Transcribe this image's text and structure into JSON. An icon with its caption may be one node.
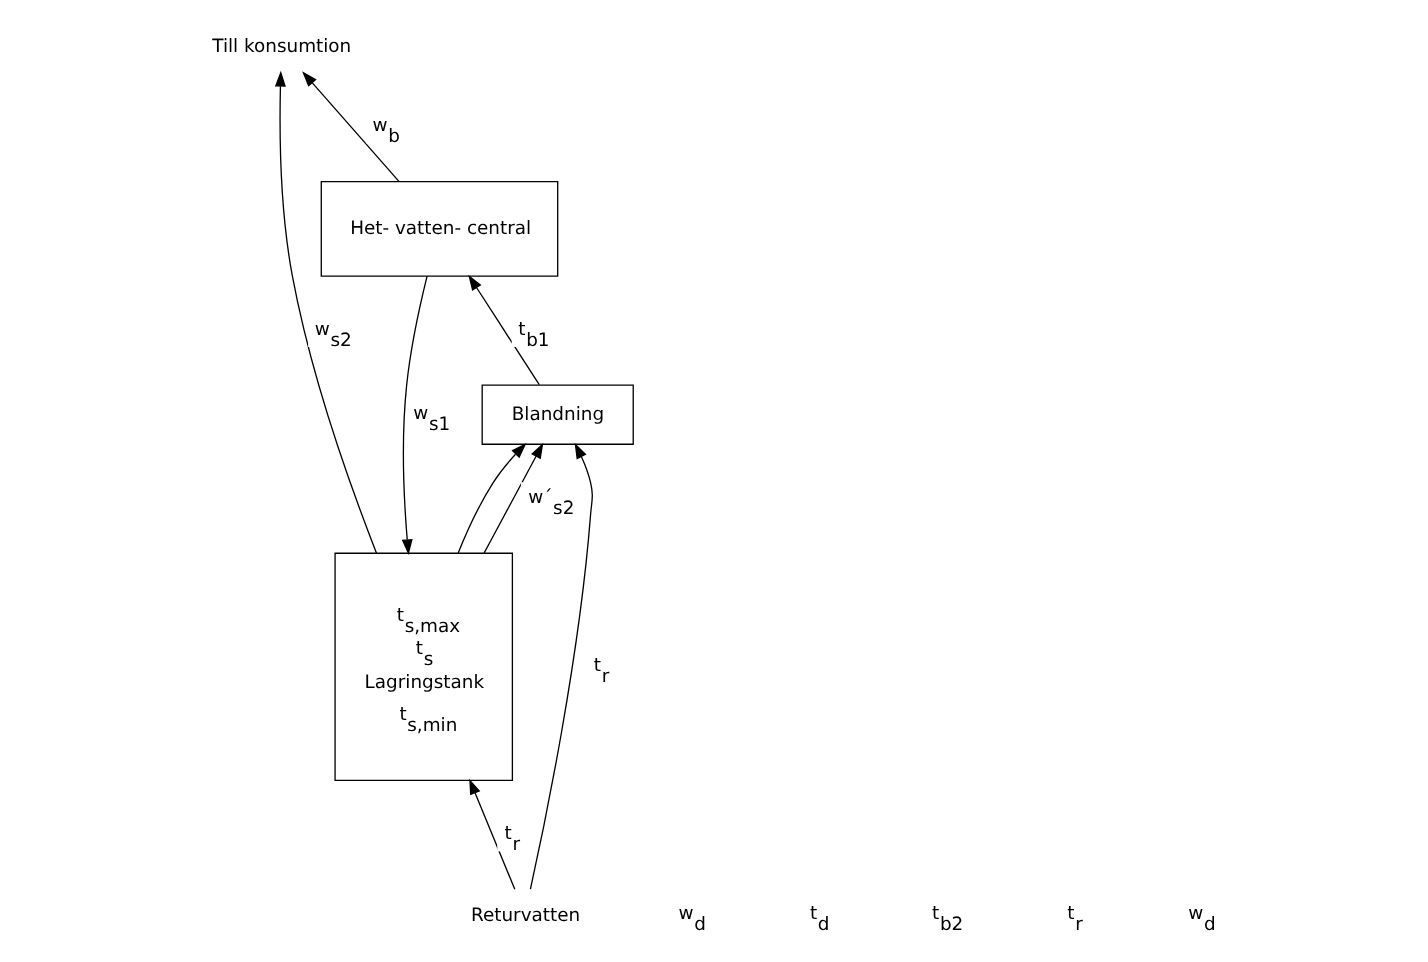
{
  "diagram": {
    "nodes": [
      {
        "text": [
          "t$_{s,max}$",
          "t$_{s}$",
          "Lagringstank",
          "t$_{s,min}$"
        ]
      },
      {
        "text": [
          "Het- vatten- central"
        ]
      },
      {
        "text": [
          "Blandning"
        ]
      },
      {
        "text": [
          "Till konsumtion"
        ]
      },
      {
        "text": [
          "Returvatten"
        ]
      }
    ],
    "edges": [
      {
        "from": 0,
        "to": 3,
        "arrow": "to",
        "label": "w$_{s2}$"
      },
      {
        "from": 1,
        "to": 3,
        "arrow": "to",
        "label": "w$_{b}$"
      },
      {
        "from": 1,
        "to": 0,
        "arrow": "to",
        "label": "w$_{s1}$"
      },
      {
        "from": 0,
        "to": 2,
        "arrow": "to",
        "label": "w´$_{s2}$"
      },
      {
        "from": 0,
        "to": 2,
        "arrow": "to"
      },
      {
        "from": 4,
        "to": 0,
        "arrow": "to",
        "label": "t$_{r}$"
      },
      {
        "from": 4,
        "to": 2,
        "arrow": "to",
        "label": "t$_{r}$"
      },
      {
        "from": 2,
        "to": 1,
        "arrow": "to",
        "label": "t$_{b1}$"
      }
    ],
    "labels": [
      "w$_{d}$",
      "t$_{d}$",
      "t$_{b2}$",
      "t$_{r}$",
      "w$_{d}$"
    ]
  }
}
